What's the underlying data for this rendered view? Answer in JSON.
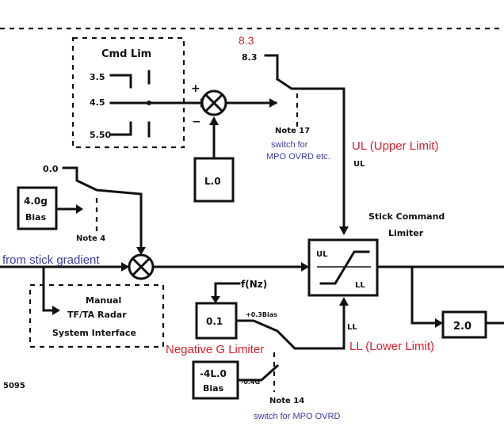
{
  "top_value": "8.3",
  "top_tap": "8.3",
  "cmd_box": {
    "title": "Cmd Lim",
    "v1": "3.5",
    "v2": "4.5",
    "v3": "5.50"
  },
  "gain_lo": "L.0",
  "note17": "Note 17",
  "switch_note17": [
    "switch for",
    "MPO OVRD etc."
  ],
  "ul_label": "UL (Upper Limit)",
  "ul_small": "UL",
  "stick_limiter": [
    "Stick Command",
    "Limiter"
  ],
  "limiter_ul": "UL",
  "limiter_ll": "LL",
  "bias_00": "0.0",
  "bias_box": [
    "4.0g",
    "Bias"
  ],
  "note4": "Note 4",
  "from_stick": "from stick gradient",
  "manual_box": [
    "Manual",
    "TF/TA Radar",
    "System Interface"
  ],
  "f_nz": "f(Nz)",
  "ngl_box": "0.1",
  "ngl_label": "Negative G Limiter",
  "bias_small1": "+0.3Bias",
  "ll_small": "LL",
  "ll_label": "LL (Lower Limit)",
  "out_gain": "2.0",
  "neg_bias_box": [
    "-4L.0",
    "Bias"
  ],
  "neg_bias_small": "-0.4G",
  "note14": "Note 14",
  "switch_note14": "switch for MPO OVRD",
  "fig_id": "5095"
}
